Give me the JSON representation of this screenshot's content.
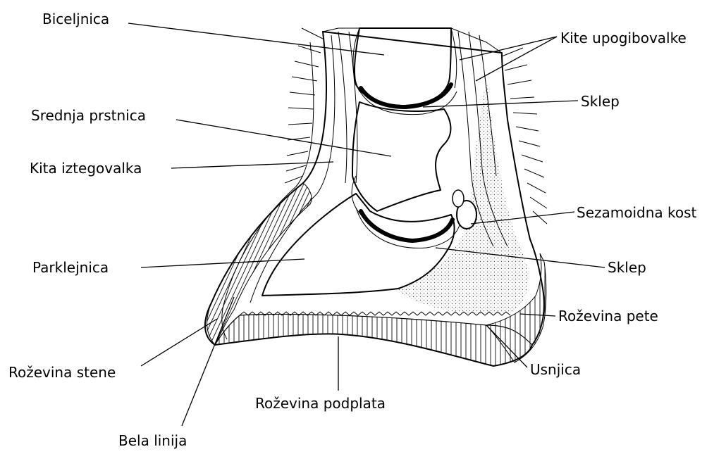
{
  "labels": {
    "biceljnica": "Biceljnica",
    "srednja_prstnica": "Srednja prstnica",
    "kita_iztegovalka": "Kita iztegovalka",
    "parklejnica": "Parklejnica",
    "rozevina_stene": "Roževina stene",
    "bela_linija": "Bela linija",
    "rozevina_podplata": "Roževina podplata",
    "usnjica": "Usnjica",
    "rozevina_pete": "Roževina pete",
    "sklep_lower": "Sklep",
    "sezamoidna_kost": "Sezamoidna kost",
    "sklep_upper": "Sklep",
    "kite_upogibovalke": "Kite upogibovalke"
  }
}
